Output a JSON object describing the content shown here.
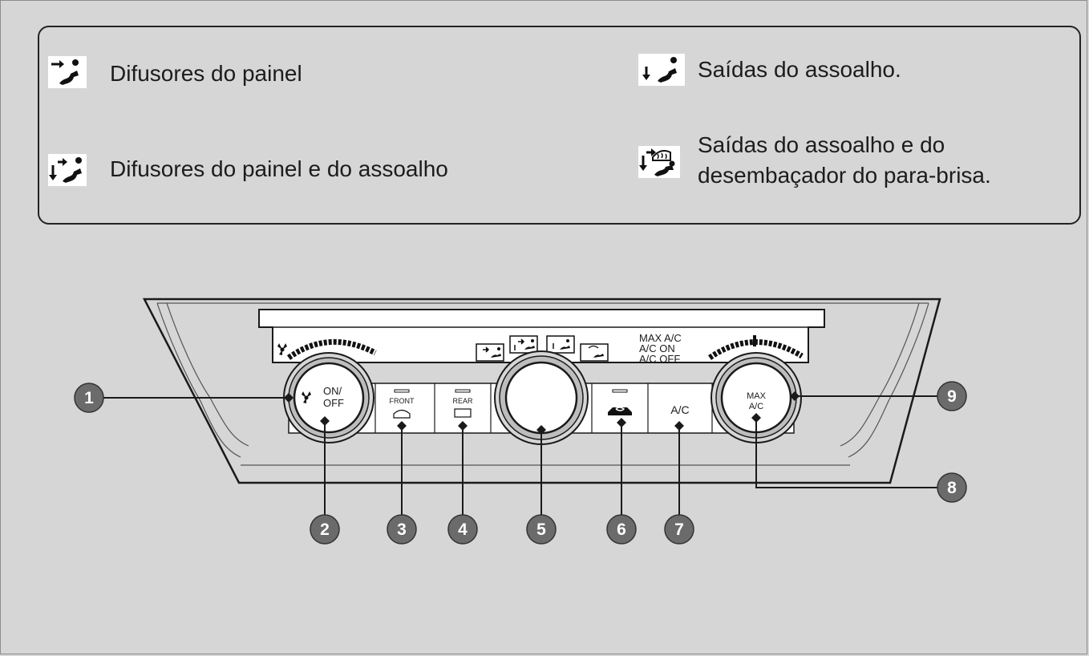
{
  "legend": [
    {
      "icon": "dashboard-vent-icon",
      "lines": [
        "Difusores do painel"
      ]
    },
    {
      "icon": "dashboard-floor-vent-icon",
      "lines": [
        "Difusores do painel e do assoalho"
      ]
    },
    {
      "icon": "floor-vent-icon",
      "lines": [
        "Saídas do assoalho."
      ]
    },
    {
      "icon": "floor-defrost-vent-icon",
      "lines": [
        "Saídas do assoalho e do",
        "desembaçador do para-brisa."
      ]
    }
  ],
  "panel": {
    "onoff_label_top": "ON/",
    "onoff_label_bottom": "OFF",
    "front_label": "FRONT",
    "rear_label": "REAR",
    "ac_label": "A/C",
    "max_ac_top": "MAX",
    "max_ac_bottom": "A/C",
    "display_status": [
      "MAX A/C",
      "A/C ON",
      "A/C OFF"
    ]
  },
  "callouts": [
    "1",
    "2",
    "3",
    "4",
    "5",
    "6",
    "7",
    "8",
    "9"
  ],
  "colors": {
    "background": "#d6d6d7",
    "callout_fill": "#6b6b6b",
    "line": "#1a1a1a",
    "panel_fill": "#ffffff"
  }
}
